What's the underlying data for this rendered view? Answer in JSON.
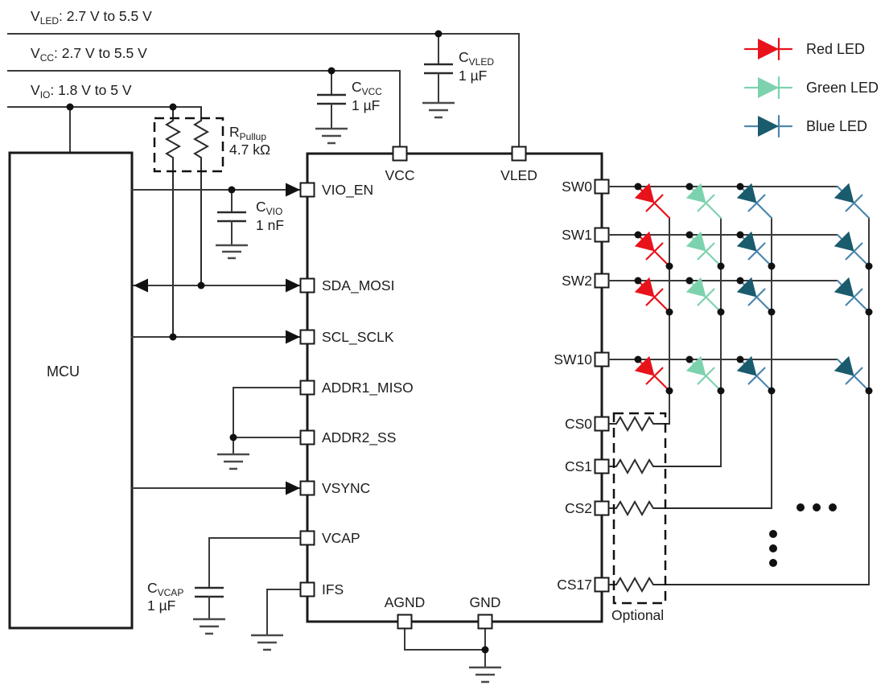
{
  "rails": {
    "vled": {
      "ref": "V",
      "sub": "LED",
      "range": ": 2.7 V to 5.5 V"
    },
    "vcc": {
      "ref": "V",
      "sub": "CC",
      "range": ": 2.7 V to 5.5 V"
    },
    "vio": {
      "ref": "V",
      "sub": "IO",
      "range": ": 1.8 V to 5 V"
    }
  },
  "mcu": {
    "label": "MCU"
  },
  "components": {
    "r_pullup": {
      "ref": "R",
      "sub": "Pullup",
      "value": "4.7 kΩ"
    },
    "c_vio": {
      "ref": "C",
      "sub": "VIO",
      "value": "1 nF"
    },
    "c_vcc": {
      "ref": "C",
      "sub": "VCC",
      "value": "1 µF"
    },
    "c_vled": {
      "ref": "C",
      "sub": "VLED",
      "value": "1 µF"
    },
    "c_vcap": {
      "ref": "C",
      "sub": "VCAP",
      "value": "1 µF"
    }
  },
  "ic": {
    "top_pins": [
      {
        "label": "VCC"
      },
      {
        "label": "VLED"
      }
    ],
    "left_pins": [
      {
        "label": "VIO_EN"
      },
      {
        "label": "SDA_MOSI"
      },
      {
        "label": "SCL_SCLK"
      },
      {
        "label": "ADDR1_MISO"
      },
      {
        "label": "ADDR2_SS"
      },
      {
        "label": "VSYNC"
      },
      {
        "label": "VCAP"
      },
      {
        "label": "IFS"
      }
    ],
    "bottom_pins": [
      {
        "label": "AGND"
      },
      {
        "label": "GND"
      }
    ],
    "right_pins": [
      {
        "label": "SW0"
      },
      {
        "label": "SW1"
      },
      {
        "label": "SW2"
      },
      {
        "label": "SW10"
      },
      {
        "label": "CS0"
      },
      {
        "label": "CS1"
      },
      {
        "label": "CS2"
      },
      {
        "label": "CS17"
      }
    ]
  },
  "matrix": {
    "optional_label": "Optional"
  },
  "legend": {
    "items": [
      {
        "label": "Red LED"
      },
      {
        "label": "Green LED"
      },
      {
        "label": "Blue LED"
      }
    ]
  },
  "colors": {
    "red": {
      "body": "#e8121b",
      "wire": "#e8121b"
    },
    "green": {
      "body": "#7dd2ae",
      "wire": "#7dd2ae"
    },
    "blue": {
      "body": "#1a5b6d",
      "wire": "#4d87ae"
    },
    "schematic_wire": "#3a3a3a"
  }
}
